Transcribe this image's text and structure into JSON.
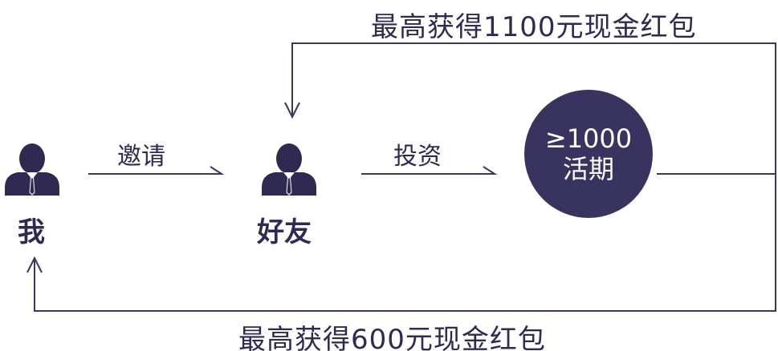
{
  "diagram": {
    "top_reward": "最高获得1100元现金红包",
    "bottom_reward": "最高获得600元现金红包",
    "invite_label": "邀请",
    "invest_label": "投资",
    "me_label": "我",
    "friend_label": "好友",
    "condition_line1": "≥1000",
    "condition_line2": "活期"
  },
  "colors": {
    "primary": "#2e2a52",
    "line": "#3a3660",
    "circle": "#393360",
    "circle_text": "#ffffff"
  },
  "icons": {
    "me": "person-icon",
    "friend": "person-icon"
  }
}
